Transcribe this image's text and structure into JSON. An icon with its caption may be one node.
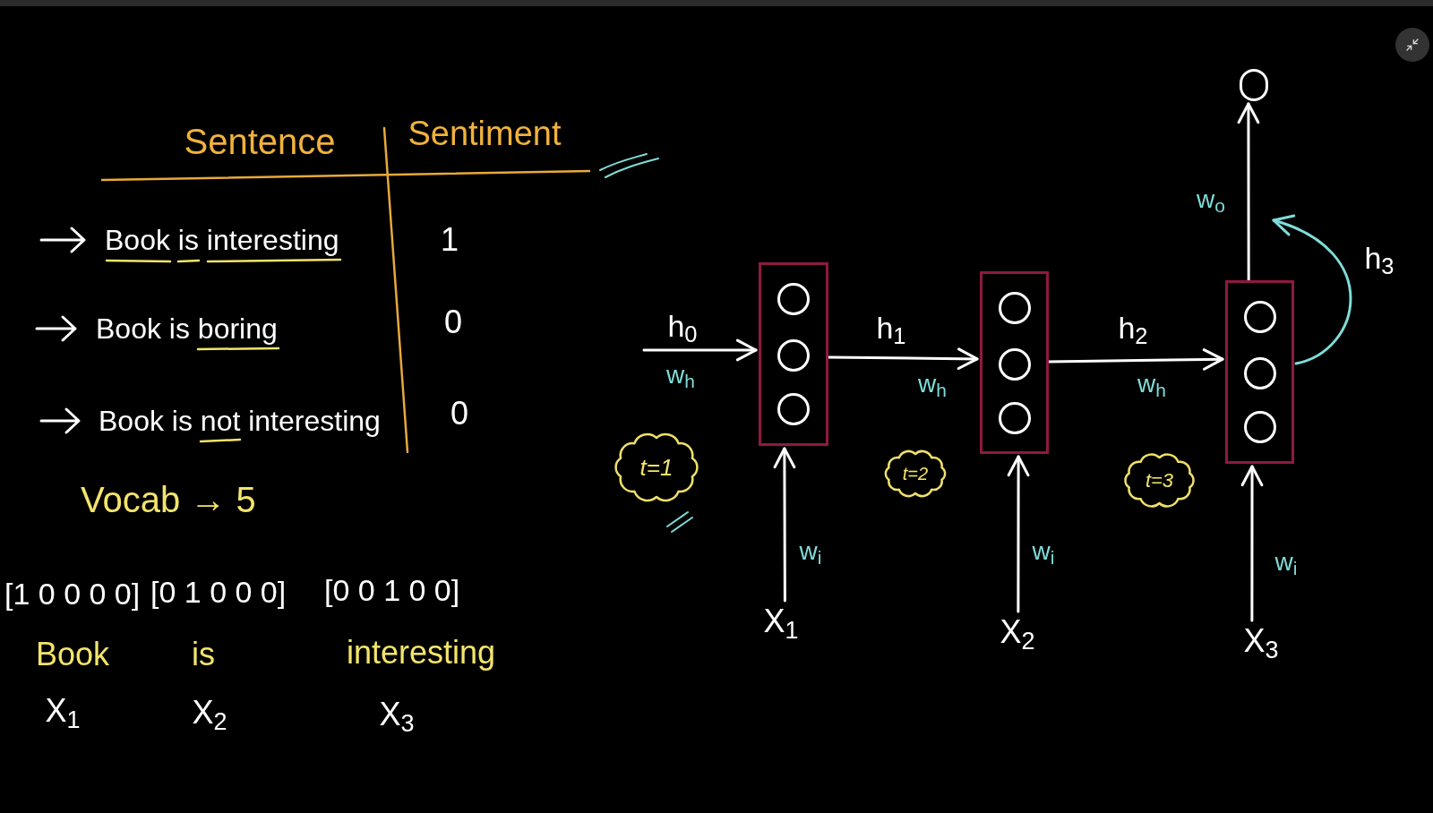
{
  "diagram": {
    "nodes": [
      {
        "text": [],
        "shape": "box"
      },
      {
        "text": [],
        "shape": "circle",
        "in": 0
      },
      {
        "text": [],
        "shape": "circle",
        "in": 0
      },
      {
        "text": [],
        "shape": "circle",
        "in": 0
      },
      {
        "text": [],
        "shape": "box"
      },
      {
        "text": [],
        "shape": "circle",
        "in": 4
      },
      {
        "text": [],
        "shape": "circle",
        "in": 4
      },
      {
        "text": [],
        "shape": "circle",
        "in": 4
      },
      {
        "text": [],
        "shape": "box"
      },
      {
        "text": [],
        "shape": "circle",
        "in": 8
      },
      {
        "text": [],
        "shape": "circle",
        "in": 8
      },
      {
        "text": [],
        "shape": "circle",
        "in": 8
      },
      {
        "text": [],
        "shape": "circle"
      },
      {
        "text": [
          "X$_{1}$"
        ]
      },
      {
        "text": [
          "X$_{2}$"
        ]
      },
      {
        "text": [
          "X$_{3}$"
        ]
      },
      {
        "text": [
          "t=1"
        ]
      },
      {
        "text": [
          "t=2"
        ]
      },
      {
        "text": [
          "t=3"
        ]
      }
    ],
    "edges": [
      {
        "from": null,
        "to": 0,
        "arrow": "to",
        "label": "h$_{0}$"
      },
      {
        "from": 0,
        "to": 4,
        "arrow": "to",
        "label": "h$_{1}$"
      },
      {
        "from": 4,
        "to": 8,
        "arrow": "to",
        "label": "h$_{2}$"
      },
      {
        "from": 13,
        "to": 0,
        "arrow": "to"
      },
      {
        "from": 14,
        "to": 4,
        "arrow": "to"
      },
      {
        "from": 15,
        "to": 8,
        "arrow": "to"
      },
      {
        "from": 8,
        "to": 12,
        "arrow": "to"
      },
      {
        "from": 8,
        "to": null,
        "arrow": "to",
        "label": "h$_{3}$",
        "color": "#7fdcd8"
      }
    ],
    "labels": [
      "Sentence",
      "Sentiment",
      "Book is interesting",
      "1",
      "Book is boring",
      "0",
      "Book is not interesting",
      "0",
      "Vocab → 5",
      "[1 0 0 0 0]",
      "[0 1 0 0 0]",
      "[0 0 1 0 0]",
      "Book",
      "is",
      "interesting",
      "X$_{1}$",
      "X$_{2}$",
      "X$_{3}$",
      "w$_{h}$",
      "w$_{h}$",
      "w$_{h}$",
      "w$_{o}$",
      "w$_{i}$",
      "w$_{i}$",
      "w$_{i}$"
    ]
  }
}
